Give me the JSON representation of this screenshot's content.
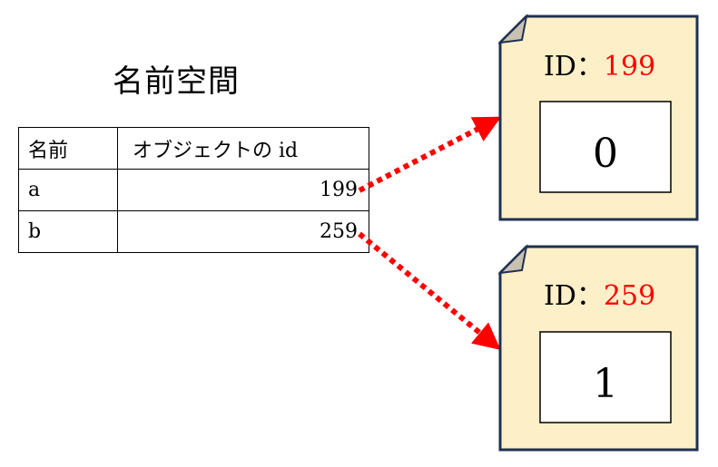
{
  "title": "名前空間",
  "table": {
    "headers": {
      "name": "名前",
      "id": "オブジェクトの id"
    },
    "rows": [
      {
        "name": "a",
        "id": "199"
      },
      {
        "name": "b",
        "id": "259"
      }
    ]
  },
  "objects": [
    {
      "id_label": "ID：",
      "id_value": "199",
      "value": "0"
    },
    {
      "id_label": "ID：",
      "id_value": "259",
      "value": "1"
    }
  ],
  "colors": {
    "card_fill": "#fdefc8",
    "card_border": "#1f3150",
    "fold_fill": "#c9c1b2",
    "arrow": "#ff0000",
    "id_value": "#ff0000"
  }
}
